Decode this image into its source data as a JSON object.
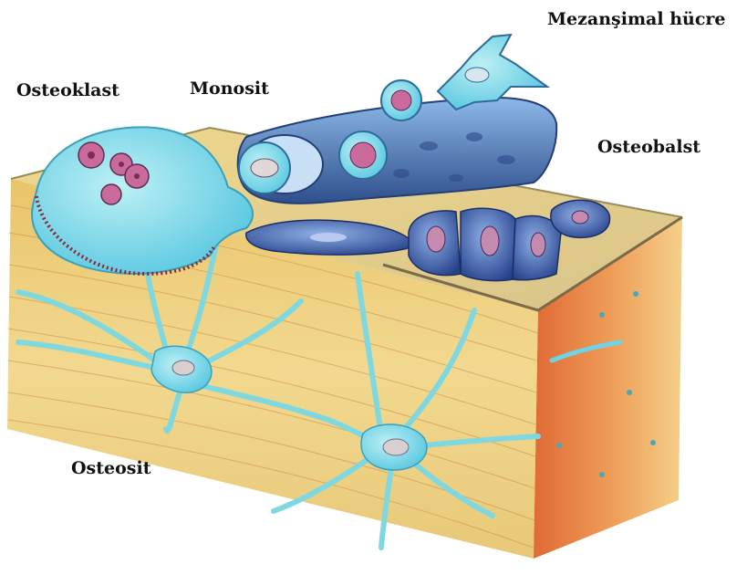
{
  "labels": {
    "osteoklast": "Osteoklast",
    "monosit": "Monosit",
    "mezansimal": "Mezanşimal hücre",
    "osteoblast": "Osteobalst",
    "osteosit": "Osteosit"
  },
  "colors": {
    "bone_top": "#e8cf7a",
    "bone_front": "#efd58a",
    "bone_side": "#e98a4a",
    "cell_blue": "#6fd3e6",
    "vessel_blue": "#5a78b8",
    "nucleus": "#7a2d55"
  }
}
